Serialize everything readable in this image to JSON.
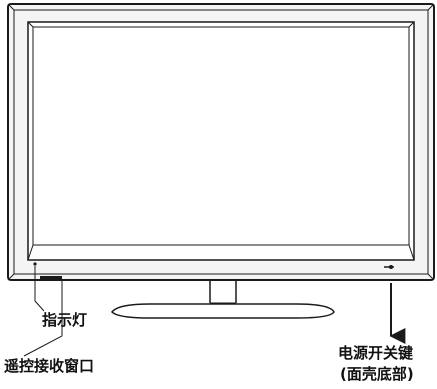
{
  "labels": {
    "indicator": "指示灯",
    "remote_window": "遥控接收窗口",
    "power_switch": "电源开关键",
    "power_switch_location": "(面壳底部)"
  },
  "colors": {
    "line": "#1a1a1a",
    "background": "#ffffff",
    "bezel_shade": "#f4f4f4"
  }
}
